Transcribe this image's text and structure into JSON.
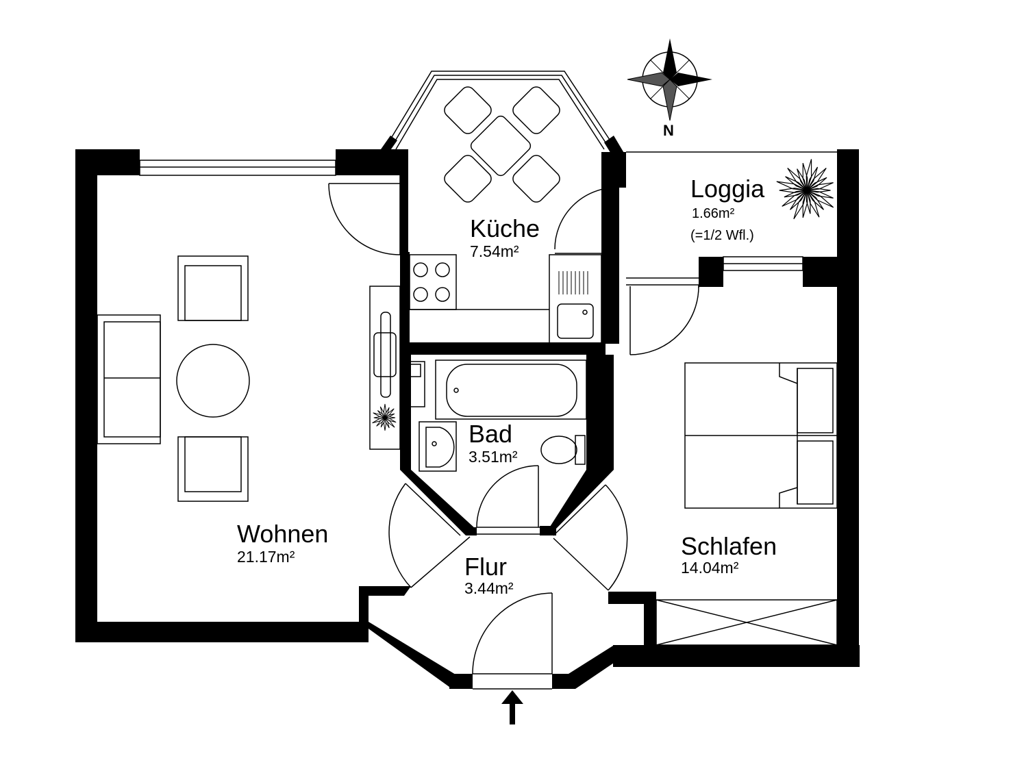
{
  "rooms": {
    "kueche": {
      "name": "Küche",
      "area": "7.54m²"
    },
    "loggia": {
      "name": "Loggia",
      "area": "1.66m²",
      "note": "(=1/2 Wfl.)"
    },
    "bad": {
      "name": "Bad",
      "area": "3.51m²"
    },
    "wohnen": {
      "name": "Wohnen",
      "area": "21.17m²"
    },
    "flur": {
      "name": "Flur",
      "area": "3.44m²"
    },
    "schlafen": {
      "name": "Schlafen",
      "area": "14.04m²"
    }
  },
  "compass": {
    "north_label": "N"
  },
  "colors": {
    "wall": "#000000",
    "background": "#ffffff",
    "line": "#000000"
  }
}
